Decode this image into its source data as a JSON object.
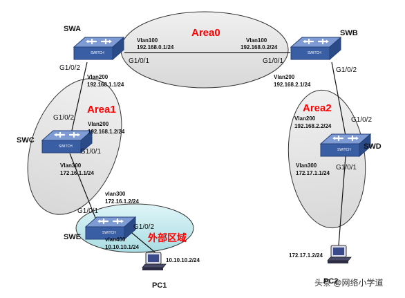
{
  "colors": {
    "area_fill": "#e4e4e4",
    "area_stroke": "#333333",
    "external_fill": "#c9ebef",
    "switch_top": "#5f7fc0",
    "switch_side": "#2e4f8e",
    "area_label": "#ff0000"
  },
  "devices": {
    "swa": "SWA",
    "swb": "SWB",
    "swc": "SWC",
    "swd": "SWD",
    "swe": "SWE",
    "pc1": "PC1",
    "pc2": "PC2",
    "switch_face": "SWITCH"
  },
  "areas": {
    "area0": "Area0",
    "area1": "Area1",
    "area2": "Area2",
    "external": "外部区域"
  },
  "ports": {
    "swa_g101": "G1/0/1",
    "swa_g102": "G1/0/2",
    "swb_g101": "G1/0/1",
    "swb_g102": "G1/0/2",
    "swc_g102": "G1/0/2",
    "swc_g101": "G1/0/1",
    "swd_g102": "G1/0/2",
    "swd_g101": "G1/0/1",
    "swe_g101": "G1/0/1",
    "swe_g102": "G1/0/2"
  },
  "interfaces": {
    "swa_v100_name": "Vlan100",
    "swa_v100_ip": "192.168.0.1/24",
    "swb_v100_name": "Vlan100",
    "swb_v100_ip": "192.168.0.2/24",
    "swa_v200_name": "Vlan200",
    "swa_v200_ip": "192.168.1.1/24",
    "swc_v200_name": "Vlan200",
    "swc_v200_ip": "192.168.1.2/24",
    "swc_v300_name": "Vlan300",
    "swc_v300_ip": "172.16.1.1/24",
    "swe_v300_name": "vlan300",
    "swe_v300_ip": "172.16.1.2/24",
    "swe_v400_name": "vlan400",
    "swe_v400_ip": "10.10.10.1/24",
    "swb_v200_name": "Vlan200",
    "swb_v200_ip": "192.168.2.1/24",
    "swd_v200_name": "Vlan200",
    "swd_v200_ip": "192.168.2.2/24",
    "swd_v300_name": "Vlan300",
    "swd_v300_ip": "172.17.1.1/24",
    "pc1_ip": "10.10.10.2/24",
    "pc2_ip": "172.17.1.2/24"
  },
  "watermark": "头条 @网络小学道"
}
